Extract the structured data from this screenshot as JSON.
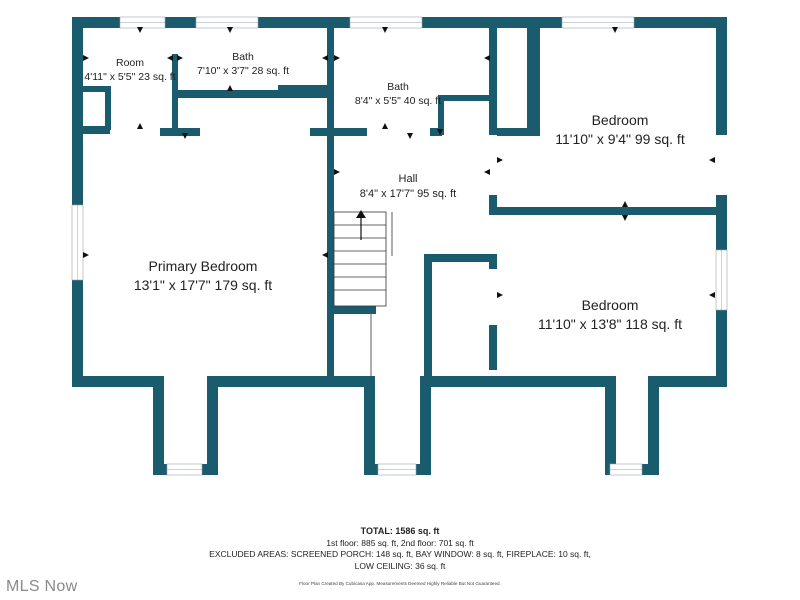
{
  "colors": {
    "wall": "#1b5b6e",
    "window": "#ffffff",
    "text": "#222222",
    "watermark": "#8a8a8a"
  },
  "rooms": {
    "room": {
      "name": "Room",
      "dims": "4'11\" x 5'5\" 23 sq. ft"
    },
    "bath_left": {
      "name": "Bath",
      "dims": "7'10\" x 3'7\" 28 sq. ft"
    },
    "bath_right": {
      "name": "Bath",
      "dims": "8'4\" x 5'5\" 40 sq. ft"
    },
    "bedroom_top": {
      "name": "Bedroom",
      "dims": "11'10\" x 9'4\" 99 sq. ft"
    },
    "hall": {
      "name": "Hall",
      "dims": "8'4\" x 17'7\" 95 sq. ft"
    },
    "primary_bedroom": {
      "name": "Primary Bedroom",
      "dims": "13'1\" x 17'7\" 179 sq. ft"
    },
    "bedroom_bottom": {
      "name": "Bedroom",
      "dims": "11'10\" x 13'8\" 118 sq. ft"
    }
  },
  "totals": {
    "total": "TOTAL: 1586 sq. ft",
    "floors": "1st floor: 885 sq. ft, 2nd floor: 701 sq. ft",
    "excluded": "EXCLUDED AREAS: SCREENED PORCH: 148 sq. ft, BAY WINDOW: 8 sq. ft, FIREPLACE: 10 sq. ft,",
    "low_ceiling": "LOW CEILING: 36 sq. ft",
    "credit": "Floor Plan Created By Cubicasa App. Measurements Deemed Highly Reliable But Not Guaranteed."
  },
  "watermark": "MLS Now"
}
